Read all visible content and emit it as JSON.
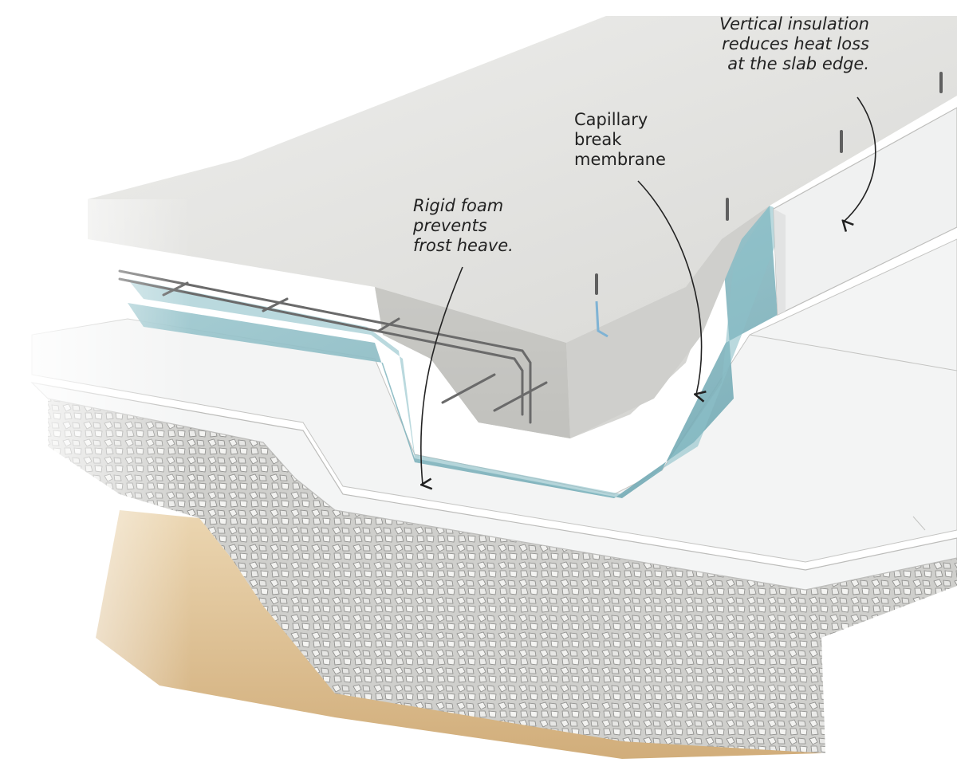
{
  "callouts": {
    "vertical_insulation": {
      "lines": [
        "Vertical insulation",
        "reduces heat loss",
        "at the slab edge."
      ]
    },
    "capillary_break": {
      "lines": [
        "Capillary",
        "break",
        "membrane"
      ]
    },
    "rigid_foam": {
      "lines": [
        "Rigid foam",
        "prevents",
        "frost heave."
      ]
    }
  },
  "colors": {
    "concrete_top": "#e3e3e1",
    "concrete_face": "#c9c9c6",
    "membrane": "#7fb3bd",
    "foam": "#f4f5f5",
    "gravel": "#d8d8d6",
    "soil": "#d9b98a",
    "rebar": "#6a6a6a",
    "text": "#222222"
  }
}
